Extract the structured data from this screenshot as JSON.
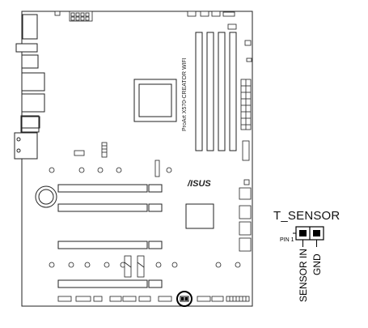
{
  "board": {
    "model_text": "ProArt X570-CREATOR WIFI",
    "brand_text": "/ISUS",
    "highlight_target": "t-sensor-header"
  },
  "callout": {
    "title": "T_SENSOR",
    "pin1_label": "PIN 1",
    "pin_labels": [
      "SENSOR IN",
      "GND"
    ]
  }
}
